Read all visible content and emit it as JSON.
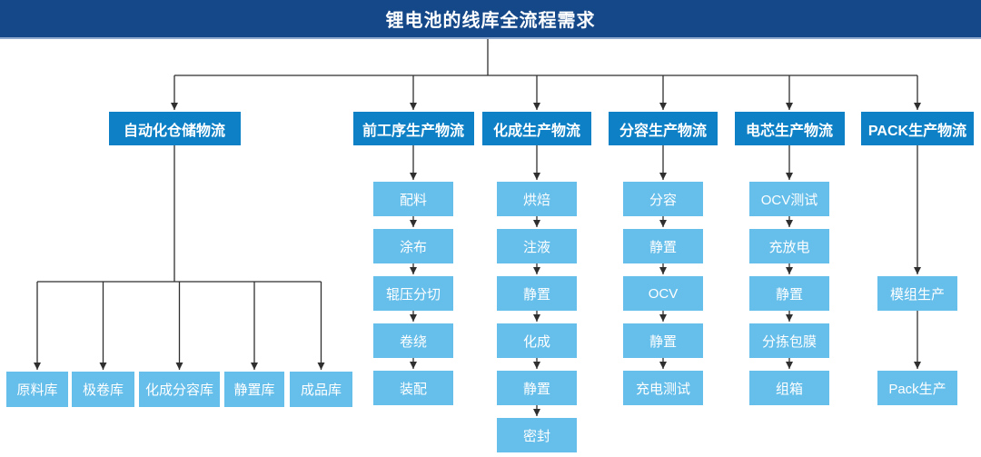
{
  "title": "锂电池的线库全流程需求",
  "colors": {
    "title_bar": "#154889",
    "title_border": "#8FA9CE",
    "category_fill": "#0E80C5",
    "step_fill": "#66BEEA",
    "line": "#2f2f2f",
    "text": "#ffffff"
  },
  "branches": [
    {
      "label": "自动化仓储物流",
      "items": [
        "原料库",
        "极卷库",
        "化成分容库",
        "静置库",
        "成品库"
      ]
    },
    {
      "label": "前工序生产物流",
      "items": [
        "配料",
        "涂布",
        "辊压分切",
        "卷绕",
        "装配"
      ]
    },
    {
      "label": "化成生产物流",
      "items": [
        "烘焙",
        "注液",
        "静置",
        "化成",
        "静置",
        "密封"
      ]
    },
    {
      "label": "分容生产物流",
      "items": [
        "分容",
        "静置",
        "OCV",
        "静置",
        "充电测试"
      ]
    },
    {
      "label": "电芯生产物流",
      "items": [
        "OCV测试",
        "充放电",
        "静置",
        "分拣包膜",
        "组箱"
      ]
    },
    {
      "label": "PACK生产物流",
      "items": [
        "模组生产",
        "Pack生产"
      ]
    }
  ]
}
